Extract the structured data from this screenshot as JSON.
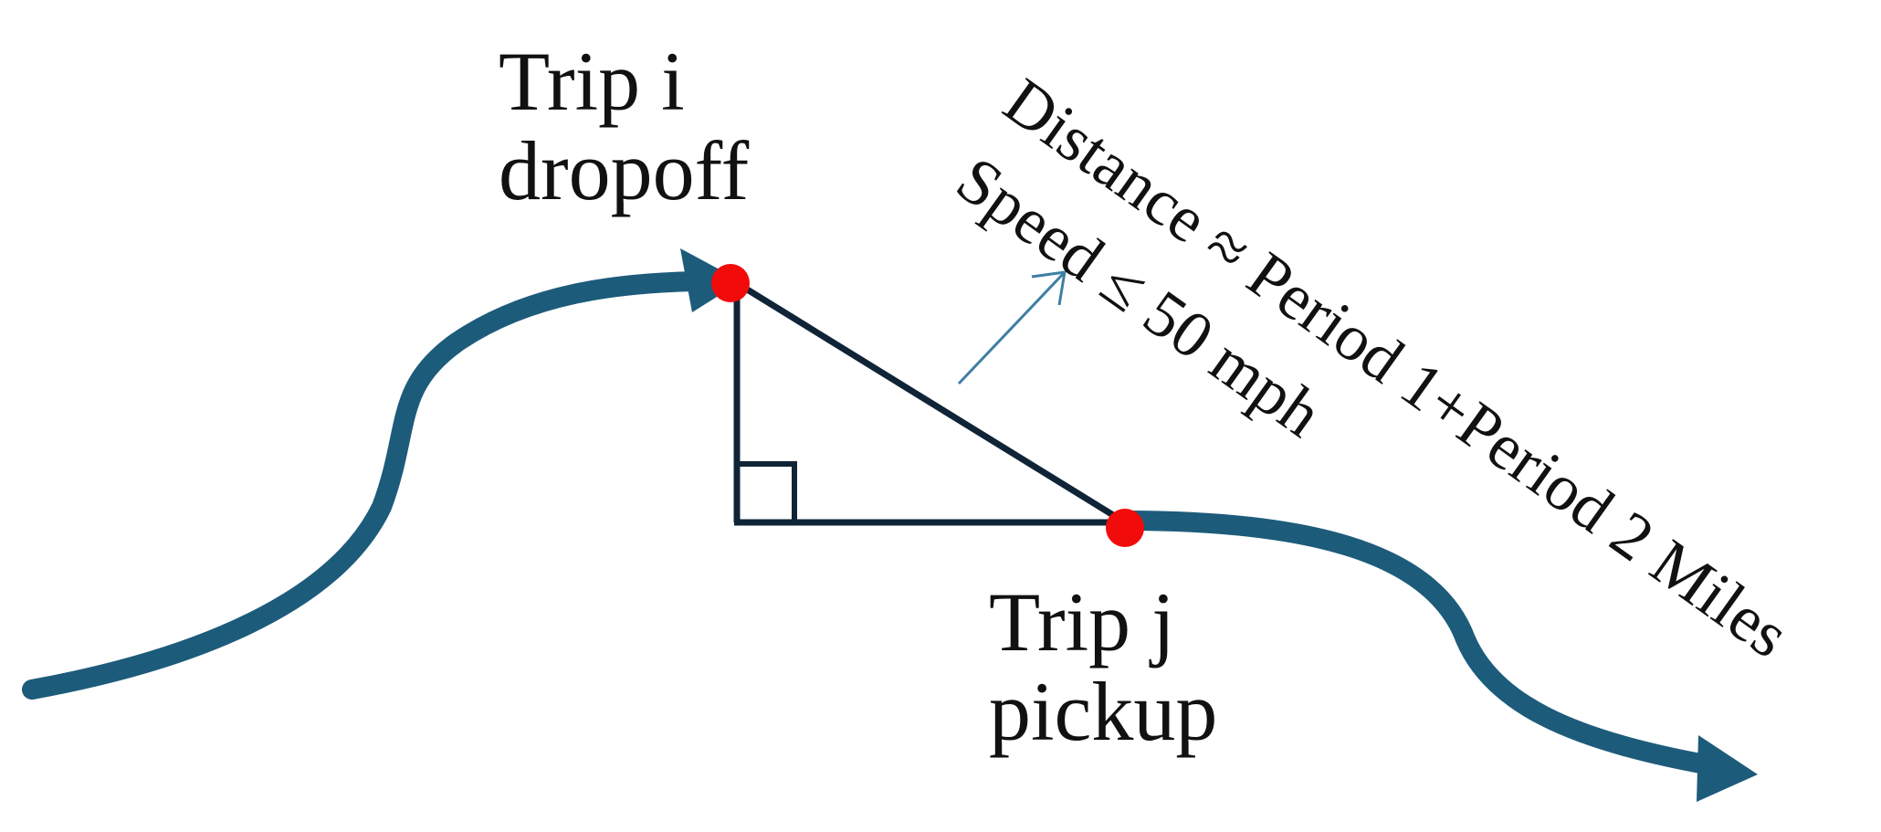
{
  "labels": {
    "dropoff": [
      "Trip i",
      "dropoff"
    ],
    "pickup": [
      "Trip j",
      "pickup"
    ]
  },
  "annotations": {
    "distance": "Distance ≈ Period 1+Period 2 Miles",
    "speed": "Speed ≤ 50 mph"
  },
  "colors": {
    "route": "#1d5b7b",
    "triangle": "#0f2436",
    "point": "#f20b0b",
    "pointer_arrow": "#3f7fa3",
    "text": "#111111"
  }
}
